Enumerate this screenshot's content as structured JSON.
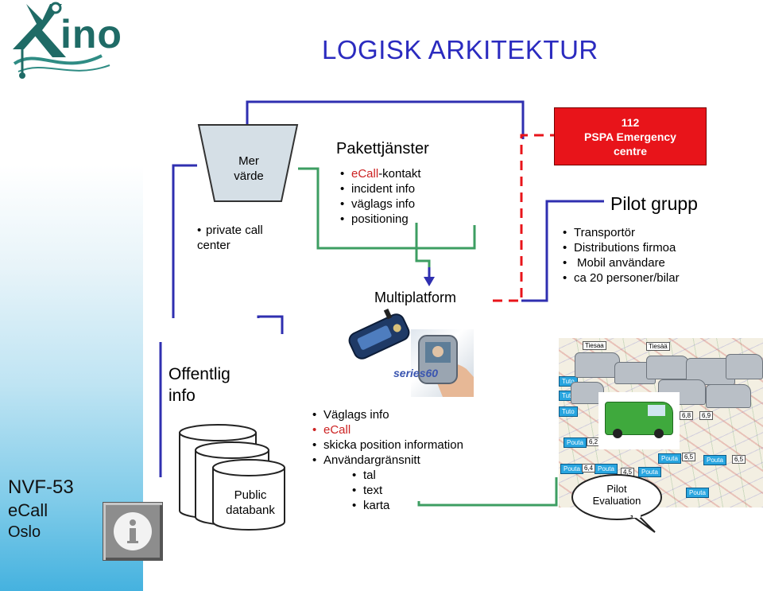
{
  "title": "LOGISK ARKITEKTUR",
  "logo": {
    "text": "ino"
  },
  "left_cup": {
    "line1": "Mer",
    "line2": "värde"
  },
  "private_call": {
    "line1": "private call",
    "line2": "center"
  },
  "paket": {
    "heading": "Pakettjänster",
    "items": [
      {
        "red": "eCall",
        "rest": "-kontakt"
      },
      {
        "red": "",
        "rest": "incident info"
      },
      {
        "red": "",
        "rest": "väglags info"
      },
      {
        "red": "",
        "rest": "positioning"
      }
    ]
  },
  "multiplatform": "Multiplatform",
  "emergency": {
    "line1": "112",
    "line2": "PSPA Emergency",
    "line3": "centre"
  },
  "pilot_grupp": {
    "heading": "Pilot grupp",
    "items": [
      "Transportör",
      "Distributions firmoa",
      "Mobil användare",
      "ca 20 personer/bilar"
    ]
  },
  "offentlig": {
    "line1": "Offentlig",
    "line2": "info"
  },
  "public_db": {
    "line1": "Public",
    "line2": "databank"
  },
  "nvf": {
    "line1": "NVF-53",
    "line2": "eCall",
    "line3": "Oslo"
  },
  "series60": "series60",
  "device_list": {
    "items": [
      {
        "text": "Väglags info",
        "red": false
      },
      {
        "text": "eCall",
        "red": true
      },
      {
        "text": "skicka position information",
        "red": false
      },
      {
        "text": "Användargränsnitt",
        "red": false
      }
    ],
    "sub_items": [
      "tal",
      "text",
      "karta"
    ]
  },
  "map": {
    "place_labels": [
      "Tiesaa",
      "Tiesää"
    ],
    "signs": [
      "Tuto",
      "Tuto",
      "Tuto",
      "Pouta",
      "Pouta",
      "Pouta",
      "Pouta",
      "Pouta",
      "Pouta",
      "Pouta"
    ],
    "numbers": [
      "6,2",
      "6,4",
      "6,5",
      "6,5",
      "6,8",
      "6,9",
      "4,5"
    ]
  },
  "pilot_eval": {
    "line1": "Pilot",
    "line2": "Evaluation"
  },
  "colors": {
    "title": "#2b2bbf",
    "connector_blue": "#2f2fb0",
    "connector_green": "#3d9e62",
    "emergency_red": "#e8141a"
  }
}
